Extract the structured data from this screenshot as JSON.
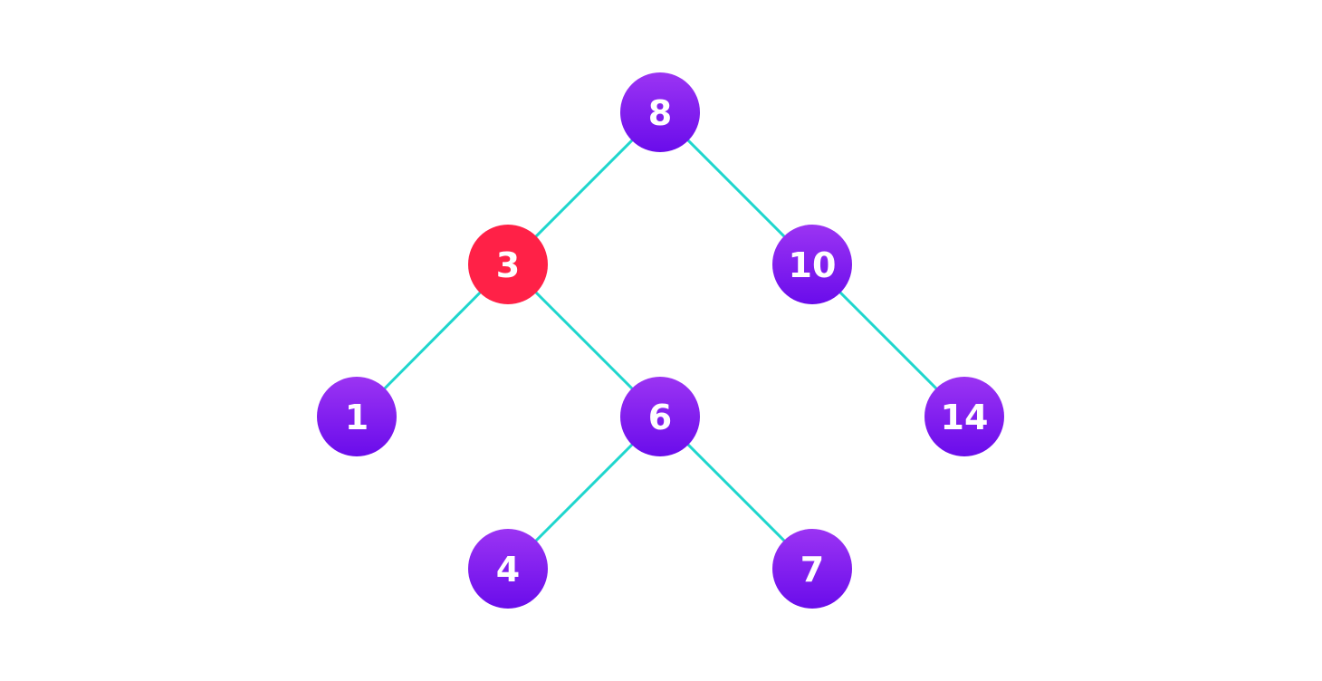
{
  "diagram": {
    "type": "binary-search-tree",
    "colors": {
      "node_top": "#9b34f3",
      "node_bottom": "#6a0ceb",
      "highlight": "#ff2147",
      "edge": "#1fd6cd",
      "label": "#ffffff"
    },
    "nodes": [
      {
        "id": "n8",
        "label": "8",
        "highlighted": false
      },
      {
        "id": "n3",
        "label": "3",
        "highlighted": true
      },
      {
        "id": "n10",
        "label": "10",
        "highlighted": false
      },
      {
        "id": "n1",
        "label": "1",
        "highlighted": false
      },
      {
        "id": "n6",
        "label": "6",
        "highlighted": false
      },
      {
        "id": "n14",
        "label": "14",
        "highlighted": false
      },
      {
        "id": "n4",
        "label": "4",
        "highlighted": false
      },
      {
        "id": "n7",
        "label": "7",
        "highlighted": false
      }
    ],
    "edges": [
      {
        "from": "n8",
        "to": "n3"
      },
      {
        "from": "n8",
        "to": "n10"
      },
      {
        "from": "n3",
        "to": "n1"
      },
      {
        "from": "n3",
        "to": "n6"
      },
      {
        "from": "n10",
        "to": "n14"
      },
      {
        "from": "n6",
        "to": "n4"
      },
      {
        "from": "n6",
        "to": "n7"
      }
    ]
  }
}
